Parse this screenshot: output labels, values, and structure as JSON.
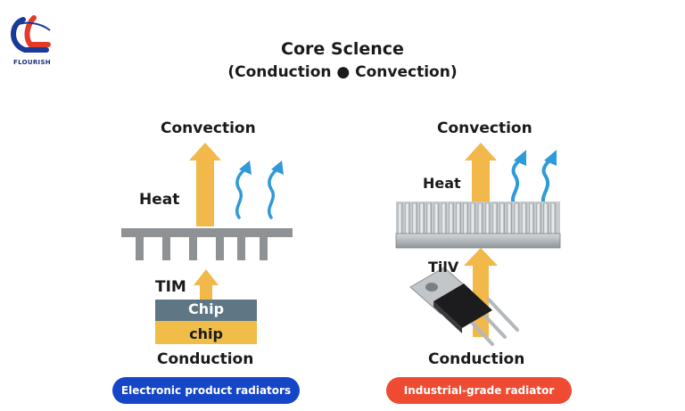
{
  "logo": {
    "text": "FLOURISH"
  },
  "header": {
    "title": "Core Sclence",
    "subtitle": "(Conduction ● Convection)"
  },
  "left_panel": {
    "convection_label": "Convection",
    "heat_label": "Heat",
    "tim_label": "TIM",
    "chip_top_label": "Chip",
    "chip_bottom_label": "chip",
    "conduction_label": "Conduction",
    "badge_label": "Electronic product radiators",
    "badge_color": "#1646c8"
  },
  "right_panel": {
    "convection_label": "Convection",
    "heat_label": "Heat",
    "tim_label": "TilV",
    "conduction_label": "Conduction",
    "badge_label": "Industrial-grade radiator",
    "badge_color": "#ee4b32"
  },
  "colors": {
    "arrow_orange": "#f3b84a",
    "airflow_blue": "#2f9ad8",
    "heatsink_gray": "#8e9295",
    "chip_gray": "#5f7785",
    "chip_yellow": "#f0bd48"
  }
}
